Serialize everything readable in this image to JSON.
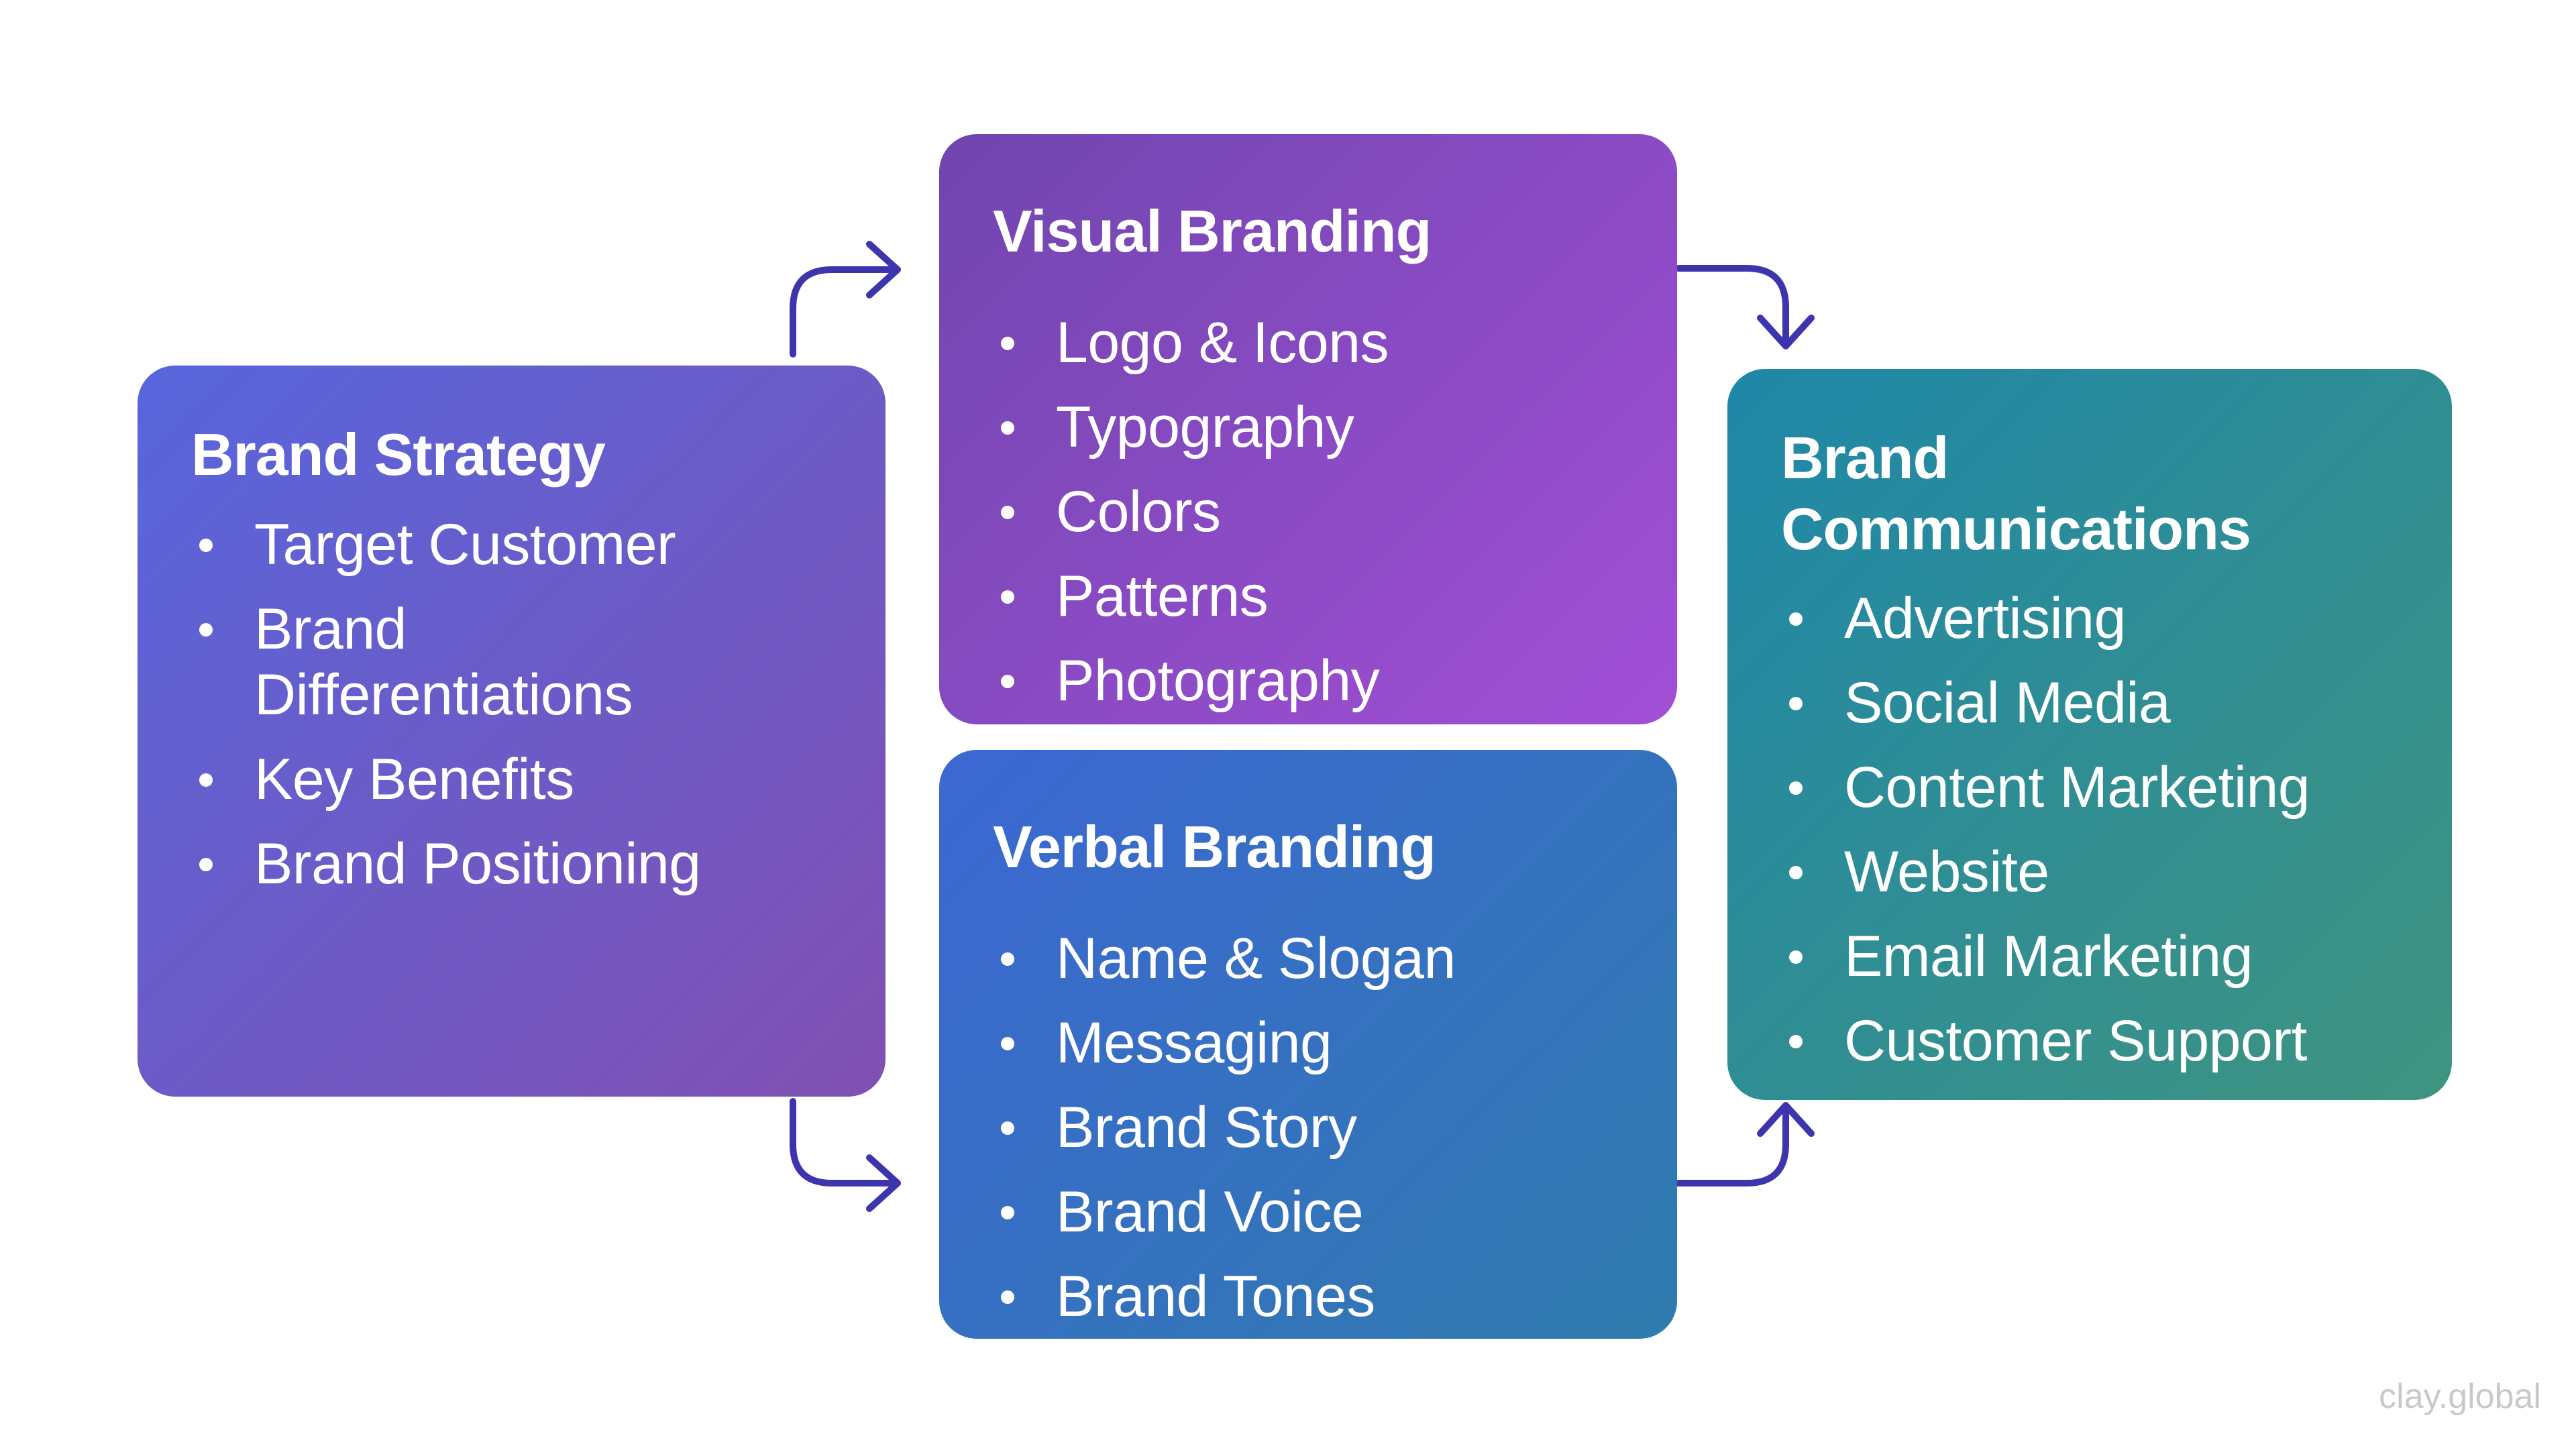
{
  "colors": {
    "background": "#ffffff",
    "text": "#ffffff",
    "arrow": "#3c35ad",
    "watermark": "#c9c9c9"
  },
  "boxes": [
    {
      "id": "brand-strategy",
      "title": "Brand Strategy",
      "items": [
        "Target Customer",
        "Brand Differentiations",
        "Key Benefits",
        "Brand Positioning"
      ],
      "gradient": {
        "angle": "135deg",
        "from": "#5766dc",
        "to": "#8150b2"
      }
    },
    {
      "id": "visual-branding",
      "title": "Visual Branding",
      "items": [
        "Logo & Icons",
        "Typography",
        "Colors",
        "Patterns",
        "Photography"
      ],
      "gradient": {
        "angle": "135deg",
        "from": "#7046af",
        "to": "#a24fd6"
      }
    },
    {
      "id": "verbal-branding",
      "title": "Verbal Branding",
      "items": [
        "Name & Slogan",
        "Messaging",
        "Brand Story",
        "Brand Voice",
        "Brand Tones"
      ],
      "gradient": {
        "angle": "135deg",
        "from": "#3c67d3",
        "to": "#2f7bad"
      }
    },
    {
      "id": "brand-communications",
      "title": "Brand Communications",
      "items": [
        "Advertising",
        "Social Media",
        "Content Marketing",
        "Website",
        "Email Marketing",
        "Customer Support"
      ],
      "gradient": {
        "angle": "135deg",
        "from": "#1f87a8",
        "to": "#3f9480"
      }
    }
  ],
  "watermark": {
    "text": "clay.global"
  }
}
